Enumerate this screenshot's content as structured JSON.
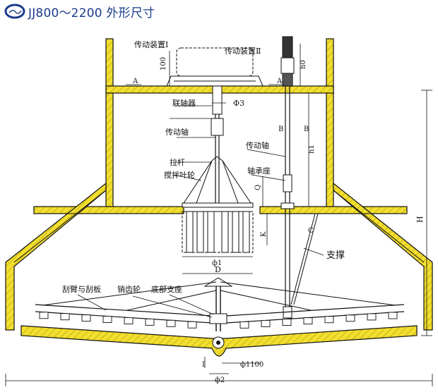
{
  "header": {
    "title": "JJ800～2200  外形尺寸",
    "logo_icon": "swirl-logo-icon",
    "title_color": "#1a3c8c"
  },
  "colors": {
    "concrete": "#f2de2e",
    "line": "#111111"
  },
  "labels": {
    "drive_1": "传动装置Ⅰ",
    "drive_2": "传动装置Ⅱ",
    "coupling": "联轴器",
    "shaft_left": "传动轴",
    "shaft_right": "传动轴",
    "tie_rod": "拉杆",
    "impeller": "搅拌叶轮",
    "bearing_seat": "轴承座",
    "support": "支撑",
    "scraper": "刮臂与刮板",
    "pin_gear": "销齿轮",
    "bottom_support": "底部支座"
  },
  "dimensions": {
    "d100": "100",
    "h0": "h0",
    "h1": "h1",
    "phi3": "Φ3",
    "phi1": "ф1",
    "phi2": "ф2",
    "phi1100": "ф1100",
    "D": "D",
    "H": "H",
    "K": "K",
    "Q": "Q",
    "I": "I",
    "sec_a_left": "A",
    "sec_a_right": "A",
    "sec_b_top": "B",
    "sec_b_right": "B",
    "sec_c": "C"
  }
}
